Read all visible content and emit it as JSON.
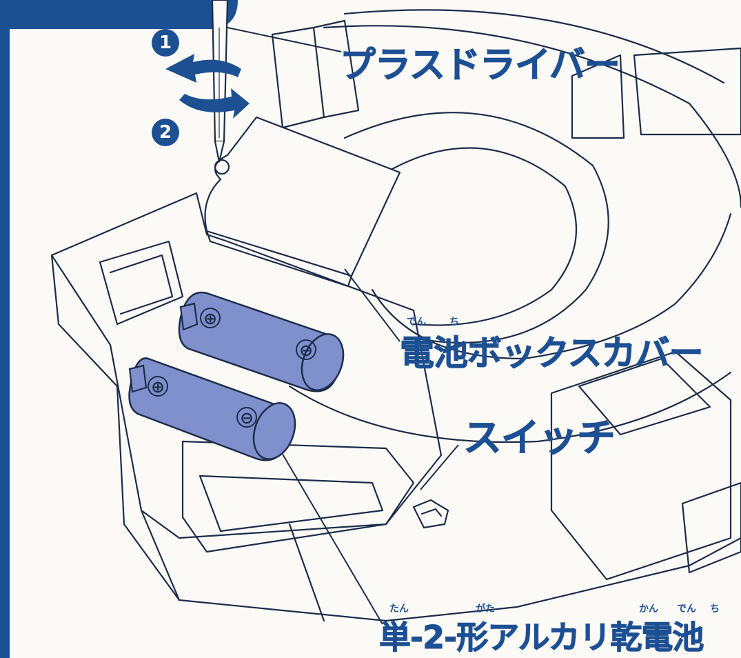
{
  "labels": {
    "driver": "プラスドライバー",
    "cover": "電池ボックスカバー",
    "cover_ruby_1": "でん",
    "cover_ruby_2": "ち",
    "switch": "スイッチ",
    "battery": "単-2-形アルカリ乾電池",
    "battery_ruby_1": "たん",
    "battery_ruby_2": "がた",
    "battery_ruby_3": "かん",
    "battery_ruby_4": "でん",
    "battery_ruby_5": "ち"
  },
  "steps": [
    "1",
    "2"
  ],
  "battery_symbols": {
    "plus": "⊕",
    "minus": "⊖"
  },
  "colors": {
    "accent": "#1d4f93",
    "battery_fill": "#7f90cc",
    "outline": "#1b2c4a",
    "background": "#fbfaf6"
  },
  "icons": {
    "rotate_arrows": "rotate-arrows-icon",
    "screwdriver": "screwdriver-icon"
  }
}
